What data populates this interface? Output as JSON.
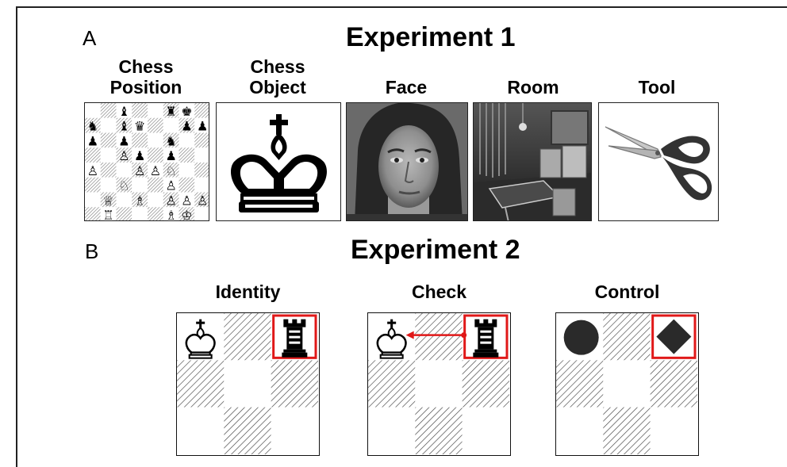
{
  "panel_a": {
    "letter": "A",
    "title": "Experiment 1",
    "categories": [
      {
        "line1": "Chess",
        "line2": "Position"
      },
      {
        "line1": "Chess",
        "line2": "Object"
      },
      {
        "line1": "",
        "line2": "Face"
      },
      {
        "line1": "",
        "line2": "Room"
      },
      {
        "line1": "",
        "line2": "Tool"
      }
    ]
  },
  "panel_b": {
    "letter": "B",
    "title": "Experiment 2",
    "conditions": [
      "Identity",
      "Check",
      "Control"
    ]
  },
  "colors": {
    "highlight": "#e01818",
    "hatch": "#444444",
    "frame": "#222222"
  },
  "icons": [
    "chess-king-icon",
    "chess-rook-icon",
    "circle-shape",
    "diamond-shape",
    "scissors-icon"
  ]
}
